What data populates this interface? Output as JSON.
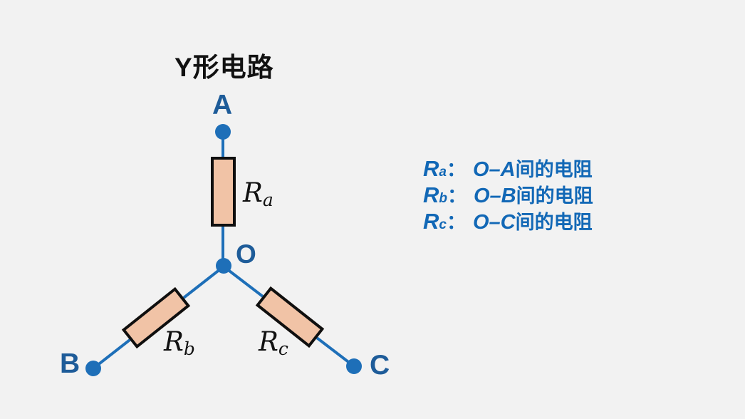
{
  "title": "Y形电路",
  "colors": {
    "background": "#f2f2f2",
    "wire": "#1e6fb8",
    "node-label": "#1e5c99",
    "legend-text": "#1268b6",
    "resistor-fill": "#f1c3a6",
    "resistor-border": "#0f0f0f",
    "diagram-text": "#111111"
  },
  "circuit": {
    "nodes": {
      "top": "A",
      "center": "O",
      "bottom_left": "B",
      "bottom_right": "C"
    },
    "resistors": {
      "a": {
        "sym": "R",
        "sub": "a"
      },
      "b": {
        "sym": "R",
        "sub": "b"
      },
      "c": {
        "sym": "R",
        "sub": "c"
      }
    }
  },
  "legend": {
    "items": [
      {
        "sym": "R",
        "sub": "a",
        "sep": "：",
        "link": "O–A",
        "desc": "间的电阻"
      },
      {
        "sym": "R",
        "sub": "b",
        "sep": "：",
        "link": "O–B",
        "desc": "间的电阻"
      },
      {
        "sym": "R",
        "sub": "c",
        "sep": "：",
        "link": "O–C",
        "desc": "间的电阻"
      }
    ]
  }
}
